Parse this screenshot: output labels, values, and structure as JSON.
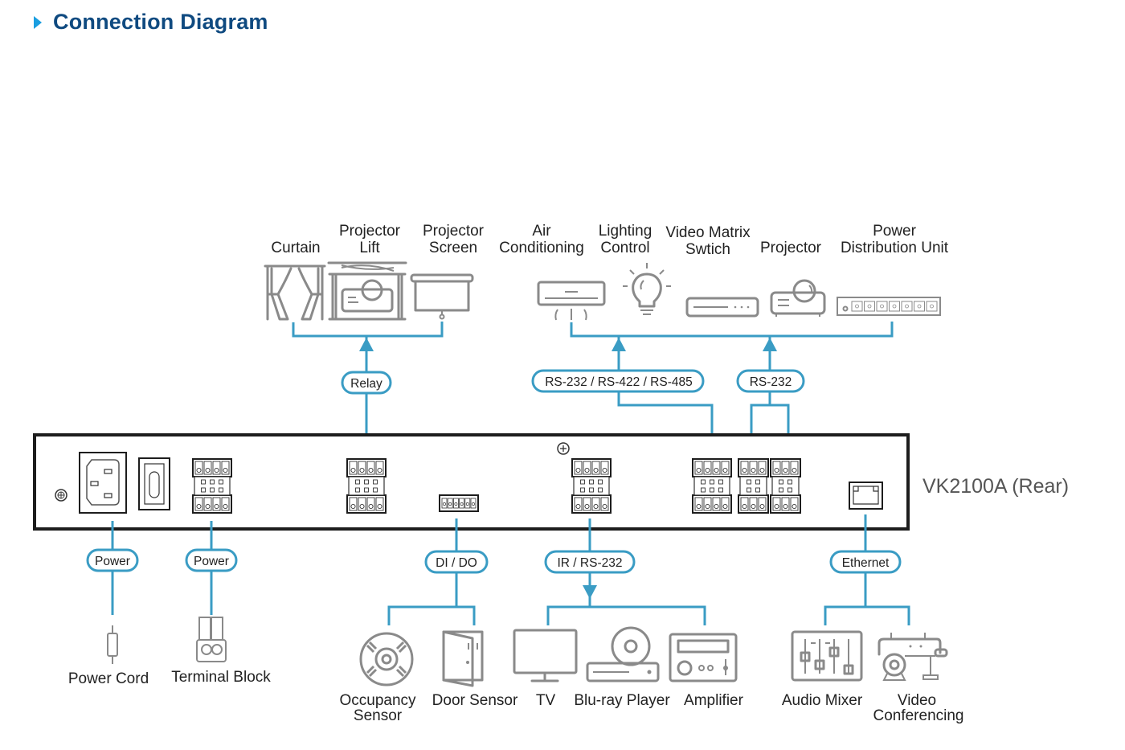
{
  "header": {
    "title": "Connection Diagram"
  },
  "device": {
    "name": "VK2100A (Rear)"
  },
  "colors": {
    "accent": "#3a9cc4",
    "title": "#0f4a80",
    "title_arrow": "#1a9ee0",
    "icon": "#8a8a8a",
    "panel": "#1d1d1d"
  },
  "top_devices": [
    {
      "id": "curtain",
      "label_lines": [
        "Curtain"
      ]
    },
    {
      "id": "projector-lift",
      "label_lines": [
        "Projector",
        "Lift"
      ]
    },
    {
      "id": "projector-screen",
      "label_lines": [
        "Projector",
        "Screen"
      ]
    },
    {
      "id": "air-conditioning",
      "label_lines": [
        "Air",
        "Conditioning"
      ]
    },
    {
      "id": "lighting-control",
      "label_lines": [
        "Lighting",
        "Control"
      ]
    },
    {
      "id": "video-matrix-switch",
      "label_lines": [
        "Video Matrix",
        "Swtich"
      ]
    },
    {
      "id": "projector",
      "label_lines": [
        "Projector"
      ]
    },
    {
      "id": "power-distribution-unit",
      "label_lines": [
        "Power",
        "Distribution Unit"
      ]
    }
  ],
  "top_connections": [
    {
      "id": "relay",
      "label": "Relay",
      "targets": [
        "curtain",
        "projector-lift",
        "projector-screen"
      ]
    },
    {
      "id": "serial",
      "label": "RS-232 / RS-422 / RS-485",
      "targets": [
        "air-conditioning",
        "lighting-control",
        "video-matrix-switch",
        "projector",
        "power-distribution-unit"
      ]
    },
    {
      "id": "rs232",
      "label": "RS-232",
      "targets": [
        "air-conditioning",
        "lighting-control",
        "video-matrix-switch",
        "projector",
        "power-distribution-unit"
      ]
    }
  ],
  "bottom_connections": [
    {
      "id": "power-cord-conn",
      "label": "Power",
      "devices": [
        {
          "id": "power-cord",
          "label_lines": [
            "Power Cord"
          ]
        }
      ]
    },
    {
      "id": "terminal-conn",
      "label": "Power",
      "devices": [
        {
          "id": "terminal-block",
          "label_lines": [
            "Terminal Block"
          ]
        }
      ]
    },
    {
      "id": "dido",
      "label": "DI / DO",
      "devices": [
        {
          "id": "occupancy-sensor",
          "label_lines": [
            "Occupancy",
            "Sensor"
          ]
        },
        {
          "id": "door-sensor",
          "label_lines": [
            "Door Sensor"
          ]
        }
      ]
    },
    {
      "id": "ir",
      "label": "IR / RS-232",
      "devices": [
        {
          "id": "tv",
          "label_lines": [
            "TV"
          ]
        },
        {
          "id": "bluray",
          "label_lines": [
            "Blu-ray Player"
          ]
        },
        {
          "id": "amplifier",
          "label_lines": [
            "Amplifier"
          ]
        }
      ]
    },
    {
      "id": "ethernet",
      "label": "Ethernet",
      "devices": [
        {
          "id": "audio-mixer",
          "label_lines": [
            "Audio Mixer"
          ]
        },
        {
          "id": "video-conferencing",
          "label_lines": [
            "Video",
            "Conferencing"
          ]
        }
      ]
    }
  ]
}
